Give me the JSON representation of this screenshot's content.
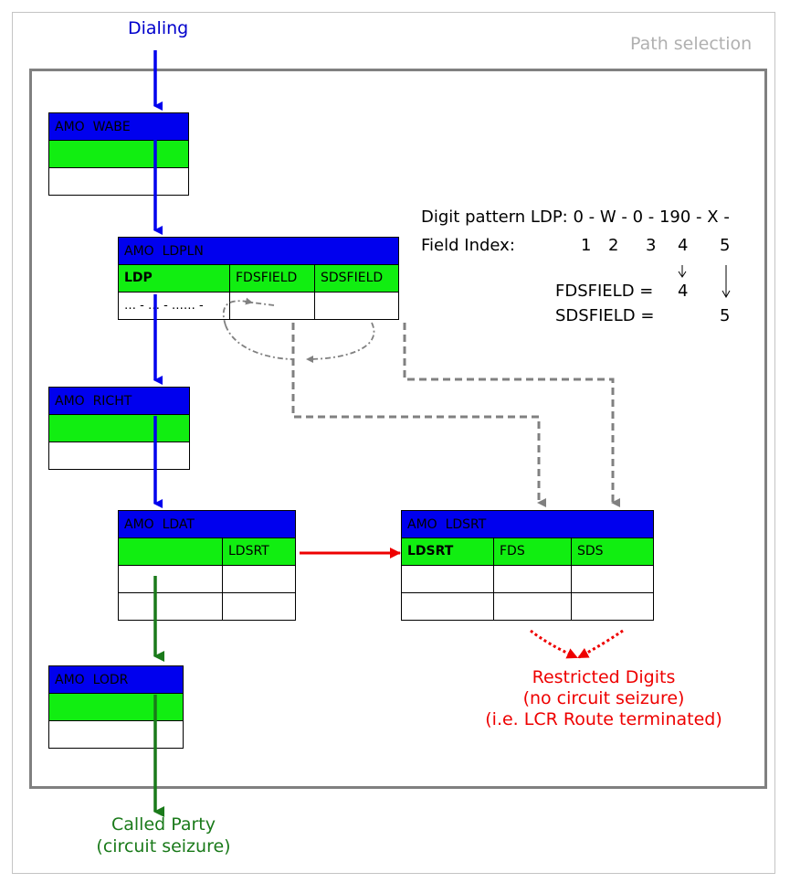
{
  "title": "Path selection",
  "dialing": "Dialing",
  "called_party": [
    "Called Party",
    "(circuit seizure)"
  ],
  "restricted": [
    "Restricted Digits",
    "(no circuit seizure)",
    "(i.e. LCR Route terminated)"
  ],
  "tables": {
    "wabe": {
      "name": "AMO  WABE"
    },
    "ldpln": {
      "name": "AMO  LDPLN",
      "cols": [
        "LDP",
        "FDSFIELD",
        "SDSFIELD"
      ],
      "cell": "… - … - …… -"
    },
    "richt": {
      "name": "AMO  RICHT"
    },
    "ldat": {
      "name": "AMO  LDAT",
      "cols": [
        "",
        "LDSRT"
      ]
    },
    "lodr": {
      "name": "AMO  LODR"
    },
    "ldsrt": {
      "name": "AMO  LDSRT",
      "cols": [
        "LDSRT",
        "FDS",
        "SDS"
      ]
    }
  },
  "digit_pattern": {
    "line1": "Digit pattern LDP: 0 - W - 0 - 190 - X -",
    "field_label": "Field Index:",
    "indices": [
      "1",
      "2",
      "3",
      "4",
      "5"
    ],
    "fds": "FDSFIELD = ",
    "fds_value": "4",
    "sds": "SDSFIELD = ",
    "sds_value": "5"
  },
  "colors": {
    "blue": "#0000ee",
    "green": "#11ee11",
    "red": "#ee0000",
    "dark_green": "#1a7a1a",
    "gray": "#808080"
  }
}
